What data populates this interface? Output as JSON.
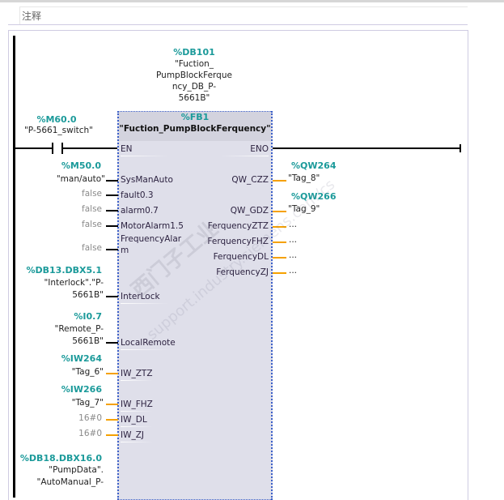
{
  "comment": {
    "label": "注释"
  },
  "instance_db": {
    "address": "%DB101",
    "symbol_lines": [
      "\"Fuction_",
      "PumpBlockFerque",
      "ncy_DB_P-",
      "5661B\""
    ]
  },
  "contact": {
    "address": "%M60.0",
    "symbol": "\"P-5661_switch\""
  },
  "function_block": {
    "number": "%FB1",
    "title": "\"Fuction_PumpBlockFerquency\"",
    "enable_in": "EN",
    "enable_out": "ENO",
    "inputs": [
      {
        "pin": "SysManAuto",
        "address": "%M50.0",
        "operand": "\"man/auto\""
      },
      {
        "pin": "fault0.3",
        "operand": "false"
      },
      {
        "pin": "alarm0.7",
        "operand": "false"
      },
      {
        "pin": "MotorAlarm1.5",
        "operand": "false"
      },
      {
        "pin": "FrequencyAlar",
        "pin_cont": "m",
        "operand": "false"
      },
      {
        "pin": "InterLock",
        "address": "%DB13.DBX5.1",
        "operand_lines": [
          "\"Interlock\".\"P-",
          "5661B\""
        ]
      },
      {
        "pin": "LocalRemote",
        "address": "%I0.7",
        "operand_lines": [
          "\"Remote_P-",
          "5661B\""
        ]
      },
      {
        "pin": "IW_ZTZ",
        "address": "%IW264",
        "operand": "\"Tag_6\""
      },
      {
        "pin": "IW_FHZ",
        "address": "%IW266",
        "operand": "\"Tag_7\""
      },
      {
        "pin": "IW_DL",
        "operand": "16#0"
      },
      {
        "pin": "IW_ZJ",
        "operand": "16#0"
      },
      {
        "address": "%DB18.DBX16.0",
        "operand_lines": [
          "\"PumpData\".",
          "\"AutoManual_P-"
        ]
      }
    ],
    "outputs": [
      {
        "pin": "QW_CZZ",
        "address": "%QW264",
        "operand": "\"Tag_8\""
      },
      {
        "pin": "QW_GDZ",
        "address": "%QW266",
        "operand": "\"Tag_9\""
      },
      {
        "pin": "FerquencyZTZ",
        "operand": "..."
      },
      {
        "pin": "FerquencyFHZ",
        "operand": "..."
      },
      {
        "pin": "FerquencyDL",
        "operand": "..."
      },
      {
        "pin": "FerquencyZJ",
        "operand": "..."
      }
    ]
  },
  "watermark": {
    "line1": "西门子工业",
    "line2": "support.industry.siemens.com/cs"
  },
  "colors": {
    "address": "#1b9a9a",
    "wire_orange": "#f5a100",
    "box_fill": "#dfdfea",
    "box_border": "#3b5fc7"
  }
}
